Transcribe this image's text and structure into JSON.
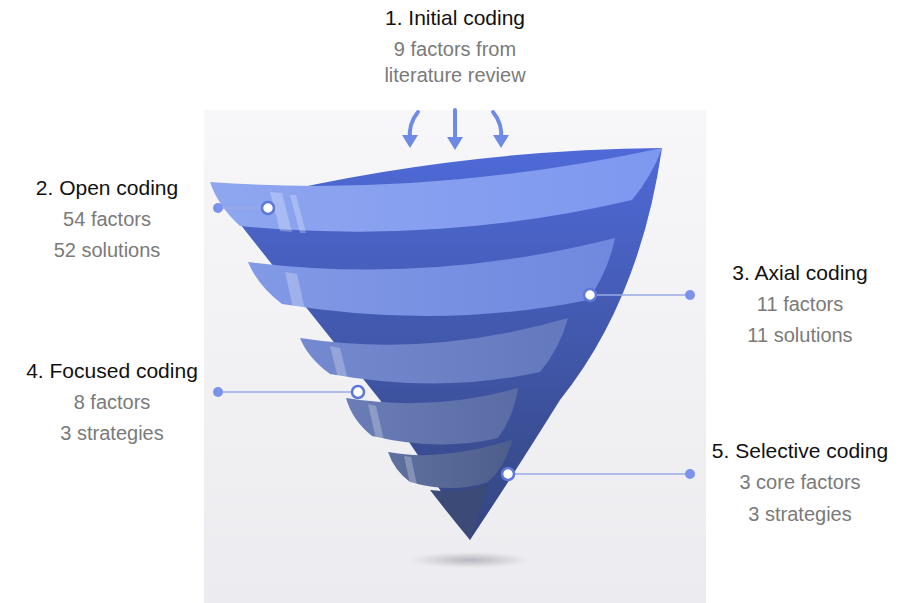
{
  "diagram": {
    "labels": [
      "1. Initial coding",
      "9 factors from literature review",
      "2. Open coding",
      "54 factors",
      "52 solutions",
      "3. Axial coding",
      "11 factors",
      "11 solutions",
      "4. Focused coding",
      "8 factors",
      "3 strategies",
      "5. Selective coding",
      "3 core factors",
      "3 strategies"
    ]
  }
}
